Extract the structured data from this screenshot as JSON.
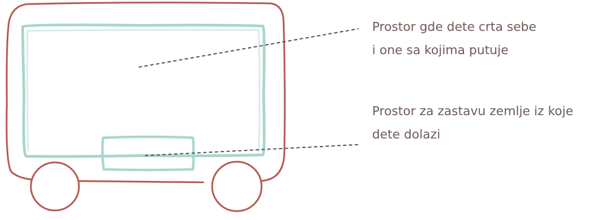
{
  "colors": {
    "outline": "#b5584f",
    "window": "#a8d5cf",
    "leader": "#4a4a4a",
    "text": "#6b5a56"
  },
  "labels": {
    "drawing_area": {
      "line1": "Prostor gde dete crta sebe",
      "line2": "i one sa kojima putuje"
    },
    "flag_area": {
      "line1": "Prostor za zastavu zemlje iz koje",
      "line2": "dete dolazi"
    }
  }
}
